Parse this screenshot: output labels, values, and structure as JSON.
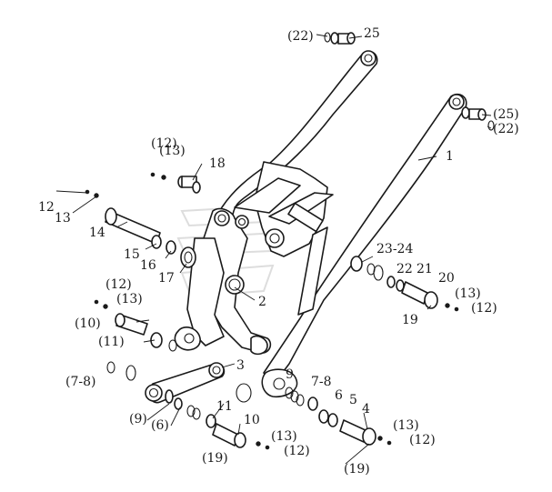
{
  "diagram": {
    "type": "exploded-parts-view",
    "callouts": [
      {
        "key": "c1",
        "text": "(22)"
      },
      {
        "key": "c2",
        "text": "25"
      },
      {
        "key": "c3",
        "text": "(25)"
      },
      {
        "key": "c4",
        "text": "(22)"
      },
      {
        "key": "c5",
        "text": "1"
      },
      {
        "key": "c6",
        "text": "(12)"
      },
      {
        "key": "c7",
        "text": "(13)"
      },
      {
        "key": "c8",
        "text": "18"
      },
      {
        "key": "c9",
        "text": "12"
      },
      {
        "key": "c10",
        "text": "13"
      },
      {
        "key": "c11",
        "text": "14"
      },
      {
        "key": "c12",
        "text": "15"
      },
      {
        "key": "c13",
        "text": "16"
      },
      {
        "key": "c14",
        "text": "17"
      },
      {
        "key": "c15",
        "text": "23-24"
      },
      {
        "key": "c16",
        "text": "22"
      },
      {
        "key": "c17",
        "text": "21"
      },
      {
        "key": "c18",
        "text": "20"
      },
      {
        "key": "c19",
        "text": "(13)"
      },
      {
        "key": "c20",
        "text": "(12)"
      },
      {
        "key": "c21",
        "text": "19"
      },
      {
        "key": "c22",
        "text": "2"
      },
      {
        "key": "c23",
        "text": "(12)"
      },
      {
        "key": "c24",
        "text": "(13)"
      },
      {
        "key": "c25",
        "text": "(10)"
      },
      {
        "key": "c26",
        "text": "(11)"
      },
      {
        "key": "c27",
        "text": "3"
      },
      {
        "key": "c28",
        "text": "(7-8)"
      },
      {
        "key": "c29",
        "text": "9"
      },
      {
        "key": "c30",
        "text": "7-8"
      },
      {
        "key": "c31",
        "text": "6"
      },
      {
        "key": "c32",
        "text": "5"
      },
      {
        "key": "c33",
        "text": "(9)"
      },
      {
        "key": "c34",
        "text": "(6)"
      },
      {
        "key": "c35",
        "text": "11"
      },
      {
        "key": "c36",
        "text": "10"
      },
      {
        "key": "c37",
        "text": "4"
      },
      {
        "key": "c38",
        "text": "(13)"
      },
      {
        "key": "c39",
        "text": "(12)"
      },
      {
        "key": "c40",
        "text": "(19)"
      },
      {
        "key": "c41",
        "text": "(13)"
      },
      {
        "key": "c42",
        "text": "(12)"
      },
      {
        "key": "c43",
        "text": "(19)"
      }
    ]
  }
}
